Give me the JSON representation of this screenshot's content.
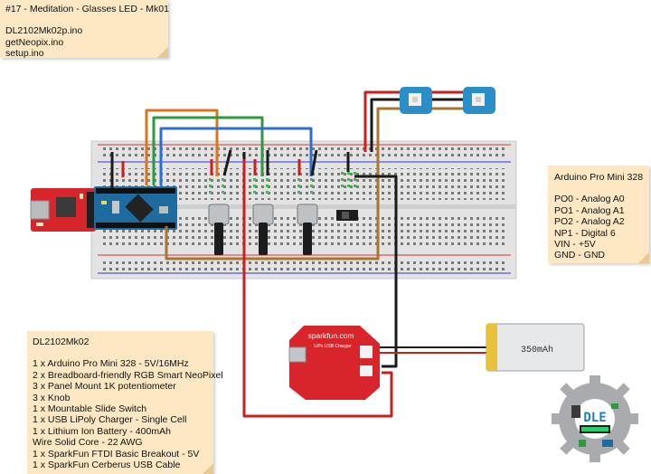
{
  "title_note": {
    "title": "#17 - Meditation - Glasses LED - Mk01",
    "files": [
      "DL2102Mk02p.ino",
      "getNeopix.ino",
      "setup.ino"
    ]
  },
  "pins_note": {
    "heading": "Arduino Pro Mini 328",
    "pins": [
      "PO0 - Analog A0",
      "PO1 - Analog A1",
      "PO2 - Analog A2",
      "NP1 - Digital 6",
      "VIN - +5V",
      "GND - GND"
    ]
  },
  "parts_note": {
    "heading": "DL2102Mk02",
    "items": [
      "1 x Arduino Pro Mini 328 - 5V/16MHz",
      "2 x Breadboard-friendly RGB Smart NeoPixel",
      "3 x Panel Mount 1K potentiometer",
      "3 x Knob",
      "1 x Mountable Slide Switch",
      "1 x USB LiPoly Charger - Single Cell",
      "1 x Lithium Ion Battery - 400mAh",
      "Wire Solid Core - 22 AWG",
      "1 x SparkFun FTDI Basic Breakout - 5V",
      "1 x SparkFun Cerberus USB Cable"
    ]
  },
  "board_labels": {
    "battery": "350mAh",
    "charger": "sparkfun.com",
    "charger_sub": "LiPo USB Charger"
  },
  "logo": {
    "text": "DLE"
  },
  "colors": {
    "wire_red": "#c8201e",
    "wire_black": "#1a1a1a",
    "wire_green": "#2e9a3e",
    "wire_orange": "#d9751c",
    "wire_blue": "#2d6fd0",
    "wire_brown": "#a9762c",
    "breadboard": "#e2e2e2",
    "note": "#fde8c3"
  }
}
